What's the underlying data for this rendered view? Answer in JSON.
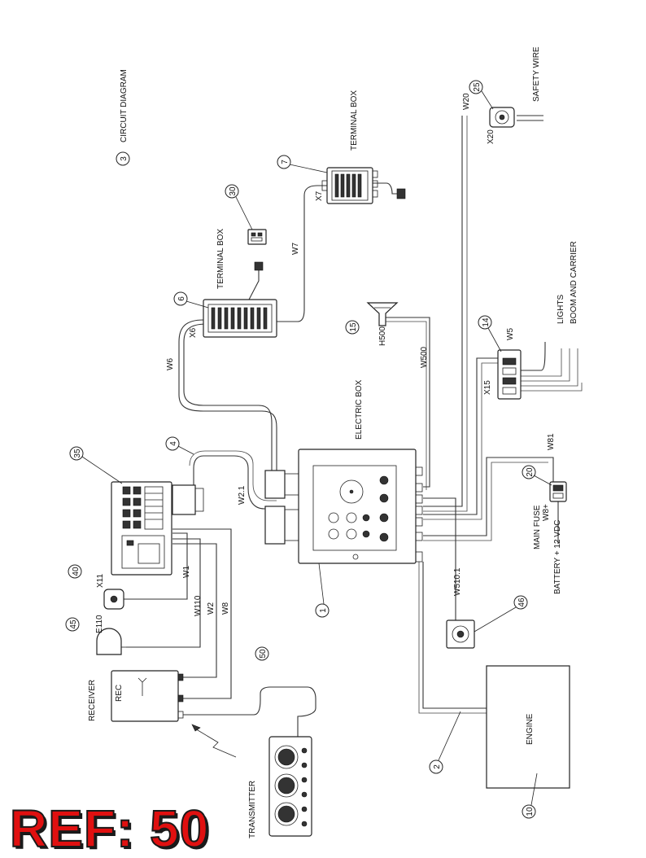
{
  "title": "CIRCUIT DIAGRAM",
  "title_number": "3",
  "ref_label": "REF: 50",
  "components": {
    "terminal_box_top": {
      "label": "TERMINAL BOX",
      "number": "7",
      "connector": "X7"
    },
    "terminal_box_mid": {
      "label": "TERMINAL BOX",
      "number": "6",
      "connector": "X6"
    },
    "switch_30": {
      "number": "30"
    },
    "safety_wire": {
      "label": "SAFETY WIRE",
      "number": "25",
      "connector": "X20"
    },
    "lights": {
      "label_line1": "LIGHTS",
      "label_line2": "BOOM  AND  CARRIER",
      "number": "14",
      "connector": "X15"
    },
    "horn": {
      "label": "H500",
      "number": "15"
    },
    "electric_box": {
      "label": "ELECTRIC BOX",
      "number": "1"
    },
    "main_fuse": {
      "label": "MAIN  FUSE",
      "number": "20",
      "battery": "BATTERY  + 12  VDC",
      "wire_tag": "W8+"
    },
    "control_unit": {
      "number": "35"
    },
    "connector_4": {
      "number": "4"
    },
    "sensor_40": {
      "number": "40",
      "connector": "X11"
    },
    "lamp_45": {
      "number": "45",
      "label": "E110"
    },
    "receiver": {
      "label": "RECEIVER",
      "tag": "REC"
    },
    "transmitter": {
      "label": "TRANSMITTER",
      "number": "50"
    },
    "sensor_46": {
      "number": "46"
    },
    "engine": {
      "label": "ENGINE",
      "number": "10"
    },
    "cable_2": {
      "number": "2"
    }
  },
  "wires": {
    "w6": "W6",
    "w7": "W7",
    "w20": "W20",
    "w5": "W5",
    "w500": "W500",
    "w81": "W81",
    "w2_1": "W2.1",
    "w510_1": "W510.1",
    "w1": "W1",
    "w110": "W110",
    "w2": "W2",
    "w8": "W8"
  }
}
